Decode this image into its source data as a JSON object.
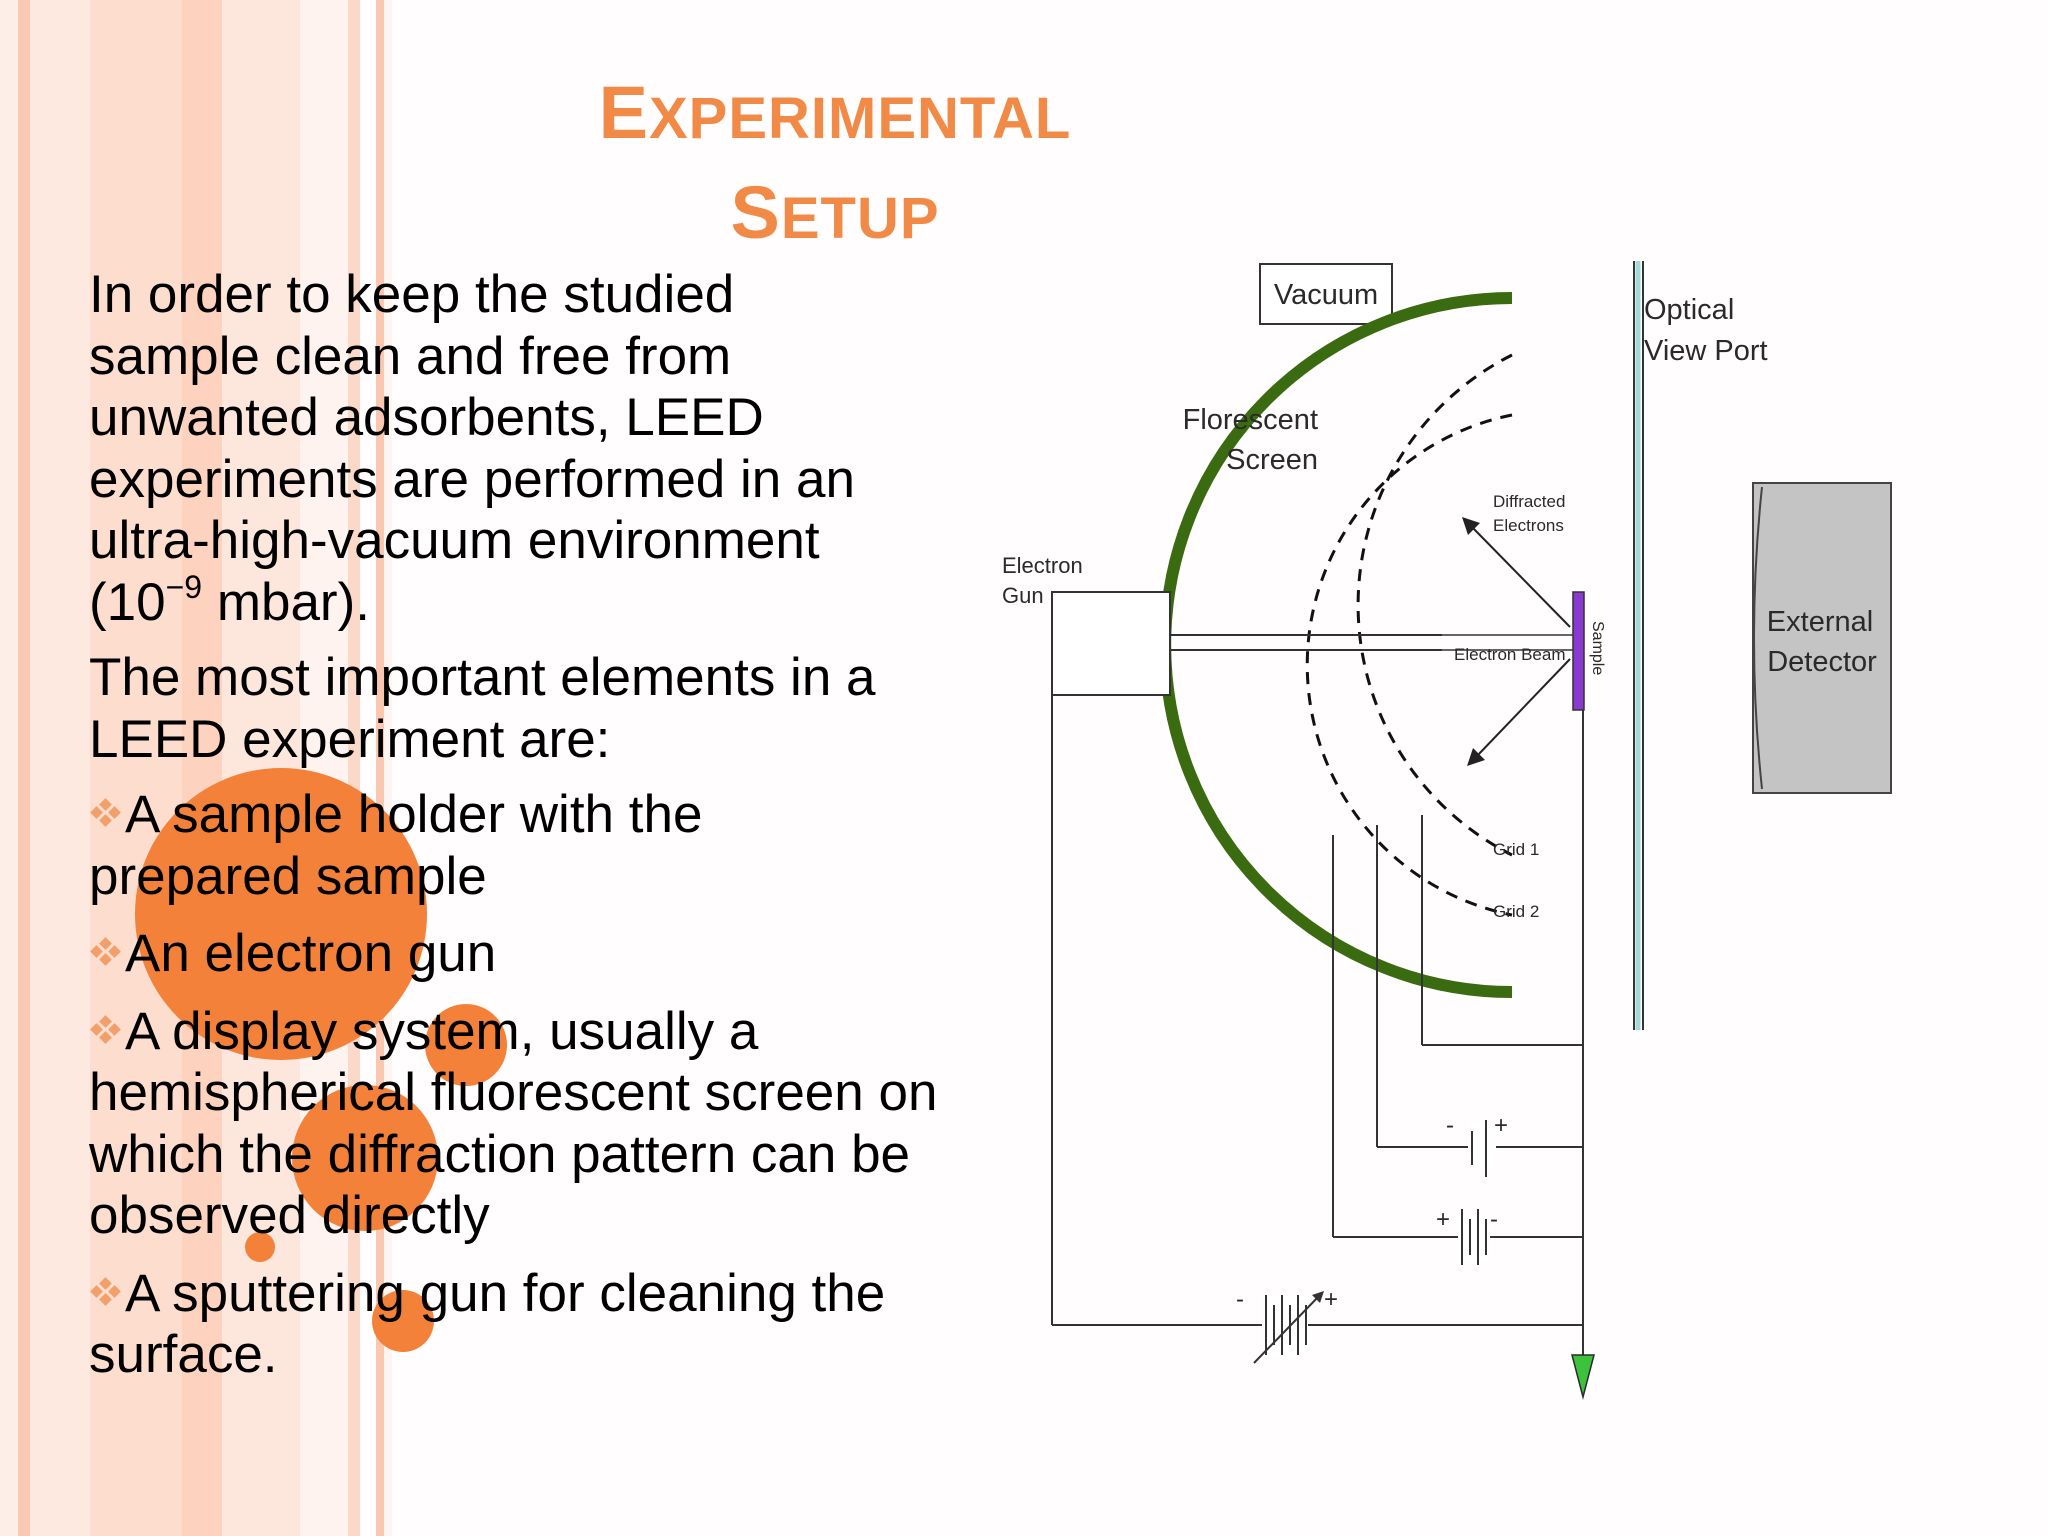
{
  "slide": {
    "title_line1_first": "E",
    "title_line1_rest": "XPERIMENTAL",
    "title_line2_first": "S",
    "title_line2_rest": "ETUP",
    "intro_lines": [
      "In order to keep the studied",
      "sample clean and free from",
      "unwanted adsorbents, LEED",
      "experiments are performed in an",
      "ultra-high-vacuum environment"
    ],
    "pressure_open": "(10",
    "pressure_exp": "−9",
    "pressure_close": " mbar).",
    "elements_intro": "The most important elements in a LEED experiment are:",
    "bullets": [
      "A sample holder with the prepared sample",
      "An electron gun",
      "A display system, usually a hemispherical fluorescent screen on which the diffraction pattern can be observed directly",
      "A sputtering gun for cleaning the surface."
    ]
  },
  "diagram": {
    "vacuum": "Vacuum",
    "florescent_line1": "Florescent",
    "florescent_line2": "Screen",
    "optical_line1": "Optical",
    "optical_line2": "View Port",
    "diffracted_line1": "Diffracted",
    "diffracted_line2": "Electrons",
    "electron_gun_line1": "Electron",
    "electron_gun_line2": "Gun",
    "electron_beam": "Electron Beam",
    "sample": "Sample",
    "external_line1": "External",
    "external_line2": "Detector",
    "grid1": "Grid 1",
    "grid2": "Grid 2",
    "plus": "+",
    "minus": "-"
  },
  "colors": {
    "accent_orange": "#f4813a",
    "title_orange": "#f28a47",
    "screen_green": "#3a6b10",
    "sample_purple": "#8a3ad0",
    "ground_green": "#3cc23c",
    "detector_gray": "#c4c4c4"
  }
}
